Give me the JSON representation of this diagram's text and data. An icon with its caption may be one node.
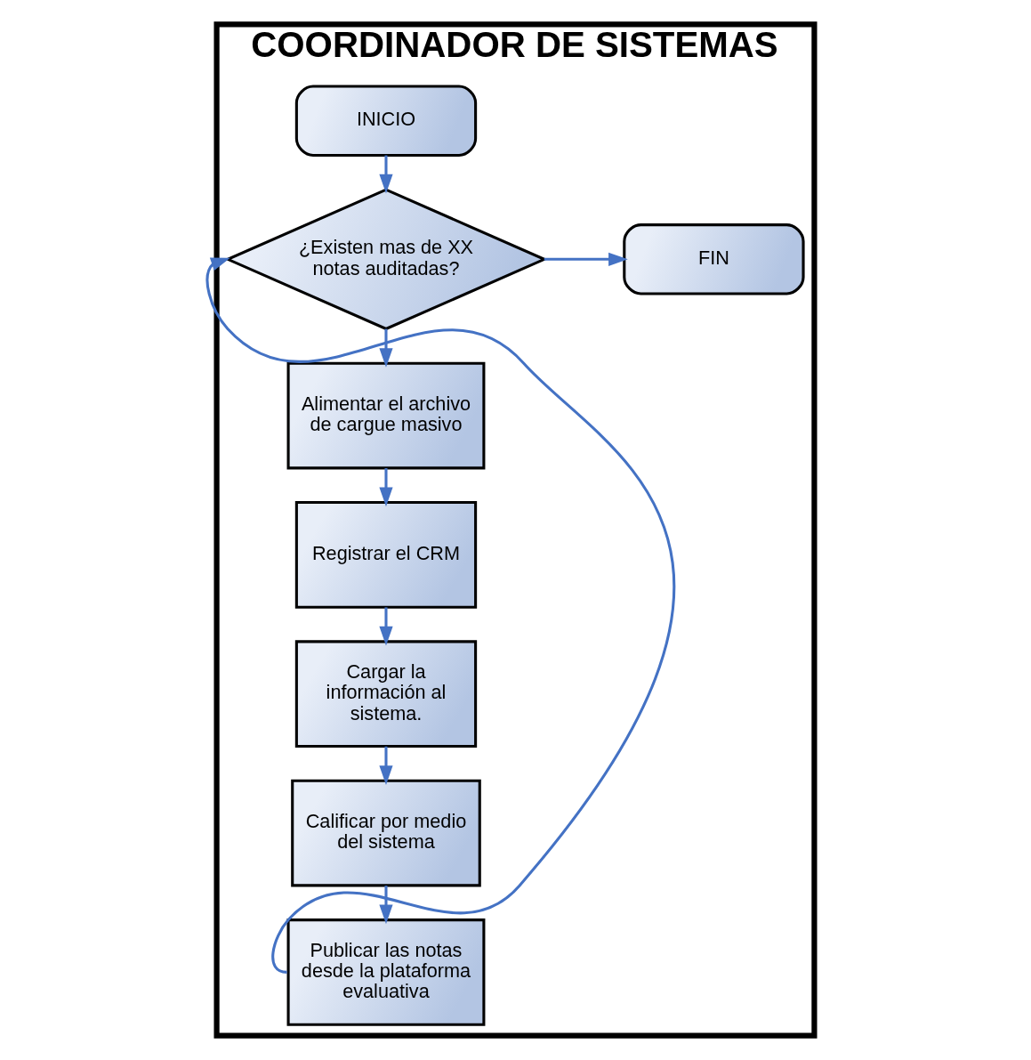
{
  "diagram": {
    "nodes": [
      {
        "text": [
          "COORDINADOR DE SISTEMAS"
        ]
      },
      {
        "text": [
          "INICIO"
        ],
        "in": 0
      },
      {
        "text": [
          "¿Existen mas de XX notas auditadas?"
        ],
        "in": 0
      },
      {
        "text": [
          "FIN"
        ],
        "in": 0
      },
      {
        "text": [
          "Alimentar el archivo de cargue masivo"
        ],
        "in": 0
      },
      {
        "text": [
          "Registrar el CRM"
        ],
        "in": 0
      },
      {
        "text": [
          "Cargar la información al sistema."
        ],
        "in": 0
      },
      {
        "text": [
          "Calificar por medio del sistema"
        ],
        "in": 0
      },
      {
        "text": [
          "Publicar las notas desde la plataforma evaluativa"
        ],
        "in": 0
      }
    ],
    "edges": [
      {
        "from": 1,
        "to": 2,
        "arrow": "to"
      },
      {
        "from": 2,
        "to": 3,
        "arrow": "to"
      },
      {
        "from": 2,
        "to": 4,
        "arrow": "to"
      },
      {
        "from": 4,
        "to": 5,
        "arrow": "to"
      },
      {
        "from": 5,
        "to": 6,
        "arrow": "to"
      },
      {
        "from": 6,
        "to": 7,
        "arrow": "to"
      },
      {
        "from": 7,
        "to": 8,
        "arrow": "to"
      },
      {
        "from": 8,
        "to": 2,
        "arrow": "to"
      }
    ]
  }
}
